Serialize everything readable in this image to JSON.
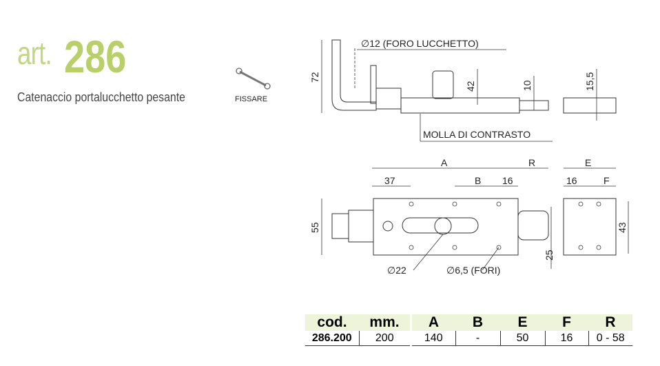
{
  "header": {
    "art_prefix": "art.",
    "art_number": "286",
    "subtitle": "Catenaccio portalucchetto pesante",
    "icon_label": "FISSARE"
  },
  "drawing": {
    "top_view": {
      "hole_label": "∅12 (FORO LUCCHETTO)",
      "spring_label": "MOLLA DI CONTRASTO",
      "dim_72": "72",
      "dim_42": "42",
      "dim_10": "10",
      "dim_15_5": "15,5"
    },
    "front_view": {
      "dim_A": "A",
      "dim_R": "R",
      "dim_37": "37",
      "dim_B": "B",
      "dim_16": "16",
      "dim_55": "55",
      "dim_25": "25",
      "dim_22": "∅22",
      "dim_holes": "∅6,5 (FORI)"
    },
    "side_view": {
      "dim_E": "E",
      "dim_16": "16",
      "dim_F": "F",
      "dim_43": "43"
    }
  },
  "table": {
    "headers": [
      "cod.",
      "mm.",
      "A",
      "B",
      "E",
      "F",
      "R"
    ],
    "rows": [
      [
        "286.200",
        "200",
        "140",
        "-",
        "50",
        "16",
        "0 - 58"
      ]
    ]
  },
  "colors": {
    "accent": "#b9d06a",
    "header_bg": "#eef4d9"
  }
}
